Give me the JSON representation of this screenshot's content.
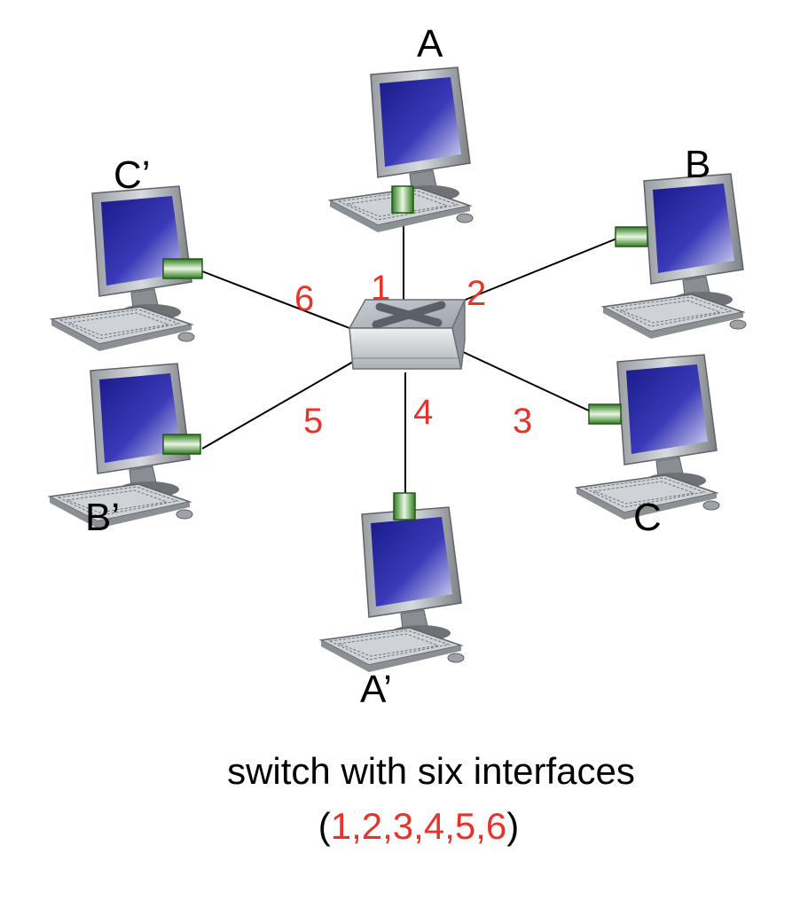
{
  "hosts": [
    {
      "id": "A",
      "label": "A"
    },
    {
      "id": "B",
      "label": "B"
    },
    {
      "id": "C",
      "label": "C"
    },
    {
      "id": "A-prime",
      "label": "A’"
    },
    {
      "id": "B-prime",
      "label": "B’"
    },
    {
      "id": "C-prime",
      "label": "C’"
    }
  ],
  "interfaces": [
    "1",
    "2",
    "3",
    "4",
    "5",
    "6"
  ],
  "caption": {
    "line1": "switch with six interfaces",
    "line2_open": "(",
    "line2_list": "1,2,3,4,5,6",
    "line2_close": ")"
  },
  "colors": {
    "interface_label": "#e8332b",
    "link": "#000000",
    "connector": "#2f7a1e",
    "screen": "#2a2aa0",
    "switch_body": "#b9bec4"
  }
}
